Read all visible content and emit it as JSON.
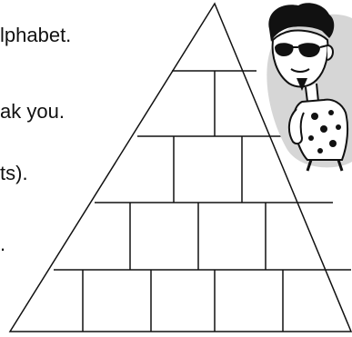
{
  "text_lines": [
    "lphabet.",
    "ak you.",
    "ts).",
    "."
  ],
  "pyramid": {
    "rows": 5,
    "boxes_per_row": [
      1,
      2,
      3,
      4,
      5
    ],
    "stroke_color": "#111111"
  },
  "character": {
    "icon": "sunglasses-man-cartoon-icon",
    "shadow_color": "#d6d6d6",
    "ink_color": "#111111"
  }
}
